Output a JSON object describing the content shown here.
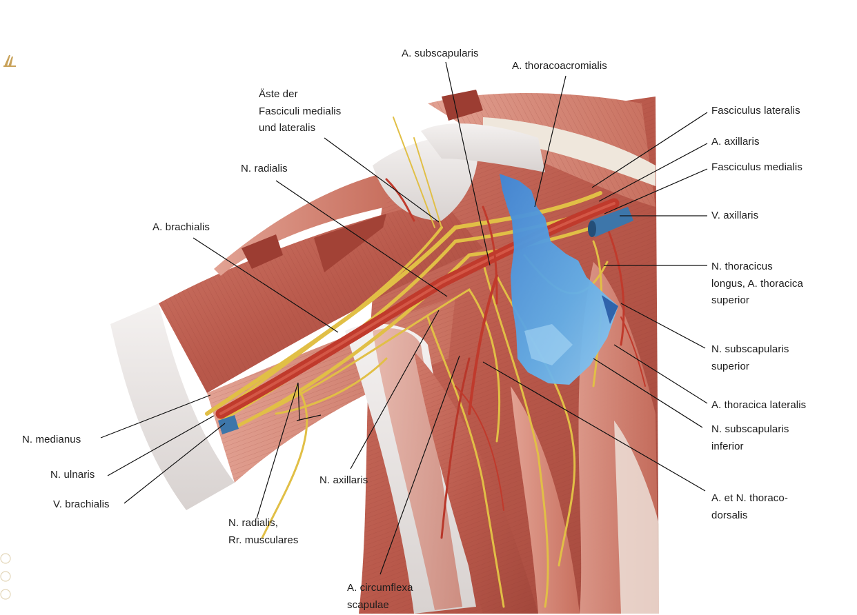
{
  "labels": {
    "a_subscapularis": "A. subscapularis",
    "a_thoracoacromialis": "A. thoracoacromialis",
    "aeste_fasciculi": "Äste der\nFasciculi medialis\nund lateralis",
    "n_radialis": "N. radialis",
    "a_brachialis": "A. brachialis",
    "fasciculus_lateralis": "Fasciculus lateralis",
    "a_axillaris": "A. axillaris",
    "fasciculus_medialis": "Fasciculus medialis",
    "v_axillaris": "V. axillaris",
    "n_thoracicus_longus": "N. thoracicus\nlongus, A. thoracica\nsuperior",
    "n_subscapularis_superior": "N. subscapularis\nsuperior",
    "a_thoracica_lateralis": "A. thoracica lateralis",
    "n_subscapularis_inferior": "N. subscapularis\ninferior",
    "a_n_thoracodorsalis": "A. et N. thoraco-\ndorsalis",
    "n_medianus": "N. medianus",
    "n_ulnaris": "N. ulnaris",
    "v_brachialis": "V. brachialis",
    "n_axillaris": "N. axillaris",
    "n_radialis_rr_musculares": "N. radialis,\nRr. musculares",
    "a_circumflexa_scapulae": "A. circumflexa\nscapulae"
  },
  "colors": {
    "muscle": "#b8584a",
    "muscle_light": "#d9897a",
    "tendon": "#e8e4e2",
    "nerve": "#e2c04a",
    "artery": "#c23a2b",
    "vein": "#3a73a8",
    "highlight": "#5aa6e6",
    "leader": "#111111"
  },
  "icons": [
    "publisher-logo-icon",
    "watermark-stamp-icon"
  ]
}
